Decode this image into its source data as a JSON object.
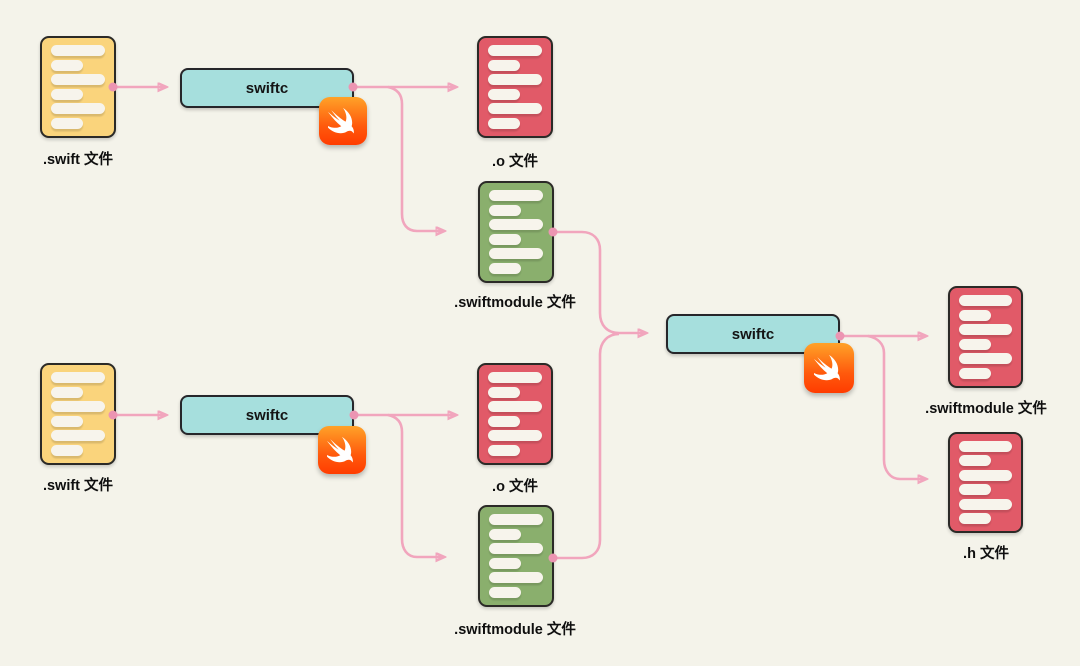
{
  "diagram_type": "swift-compilation-flow",
  "colors": {
    "background": "#F4F3EA",
    "connector_pink": "#F1A5BD",
    "connector_dot_pink": "#EC95B2",
    "card_yellow": "#FAD47C",
    "card_red": "#E15A68",
    "card_green": "#8AAF6D",
    "compiler_cyan": "#A6DFDD",
    "card_border_dark": "#2B2A27",
    "badge_orange_top": "#FFA228",
    "badge_orange_bottom": "#FF3C00"
  },
  "icons": {
    "swift_badge": "swift-bird-logo"
  },
  "nodes": [
    {
      "id": "swift-file-top",
      "kind": "source-file",
      "color": "yellow",
      "label": ".swift 文件"
    },
    {
      "id": "swiftc-top",
      "kind": "compiler",
      "color": "cyan",
      "label": "swiftc"
    },
    {
      "id": "o-file-top",
      "kind": "object-file",
      "color": "red",
      "label": ".o 文件"
    },
    {
      "id": "swiftmodule-file-top",
      "kind": "module-file",
      "color": "green",
      "label": ".swiftmodule 文件"
    },
    {
      "id": "swift-file-bottom",
      "kind": "source-file",
      "color": "yellow",
      "label": ".swift 文件"
    },
    {
      "id": "swiftc-bottom",
      "kind": "compiler",
      "color": "cyan",
      "label": "swiftc"
    },
    {
      "id": "o-file-bottom",
      "kind": "object-file",
      "color": "red",
      "label": ".o 文件"
    },
    {
      "id": "swiftmodule-file-bottom",
      "kind": "module-file",
      "color": "green",
      "label": ".swiftmodule 文件"
    },
    {
      "id": "swiftc-merge",
      "kind": "compiler",
      "color": "cyan",
      "label": "swiftc"
    },
    {
      "id": "swiftmodule-file-right",
      "kind": "module-file",
      "color": "red",
      "label": ".swiftmodule 文件"
    },
    {
      "id": "h-file",
      "kind": "header-file",
      "color": "red",
      "label": ".h 文件"
    }
  ],
  "edges": [
    {
      "from": "swift-file-top",
      "to": "swiftc-top"
    },
    {
      "from": "swiftc-top",
      "to": "o-file-top"
    },
    {
      "from": "swiftc-top",
      "to": "swiftmodule-file-top"
    },
    {
      "from": "swiftmodule-file-top",
      "to": "swiftc-merge"
    },
    {
      "from": "swift-file-bottom",
      "to": "swiftc-bottom"
    },
    {
      "from": "swiftc-bottom",
      "to": "o-file-bottom"
    },
    {
      "from": "swiftc-bottom",
      "to": "swiftmodule-file-bottom"
    },
    {
      "from": "swiftmodule-file-bottom",
      "to": "swiftc-merge"
    },
    {
      "from": "swiftc-merge",
      "to": "swiftmodule-file-right"
    },
    {
      "from": "swiftc-merge",
      "to": "h-file"
    }
  ]
}
